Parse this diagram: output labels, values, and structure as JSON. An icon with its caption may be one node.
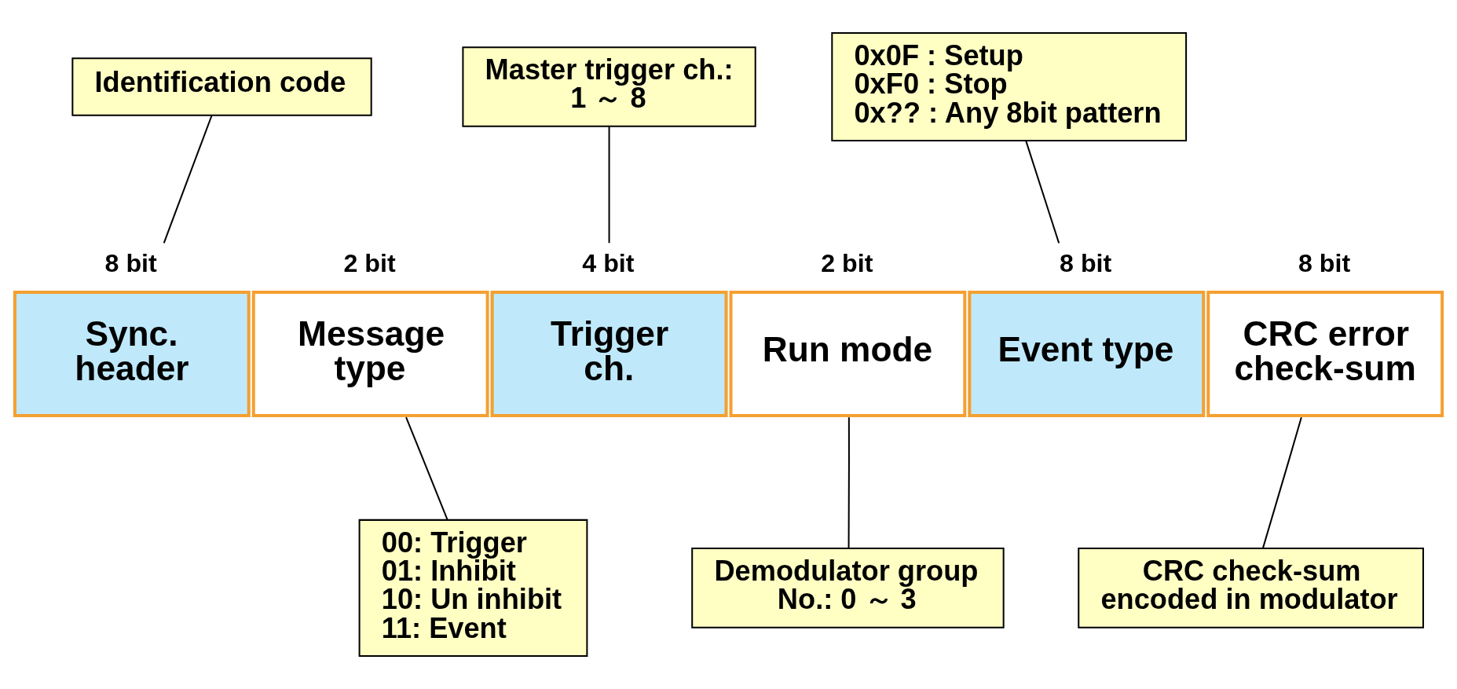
{
  "diagram": {
    "nodes": [
      {
        "text": [
          "Identification code"
        ]
      },
      {
        "text": [
          "Master trigger ch.: 1 ～ 8"
        ]
      },
      {
        "text": [
          "0x0F : Setup",
          "0xF0 : Stop",
          "0x?? : Any 8bit pattern"
        ]
      },
      {
        "text": [
          "Sync. header"
        ],
        "beside": [
          "8 bit"
        ]
      },
      {
        "text": [
          "Message type"
        ],
        "beside": [
          "2 bit"
        ]
      },
      {
        "text": [
          "Trigger ch."
        ],
        "beside": [
          "4 bit"
        ]
      },
      {
        "text": [
          "Run mode"
        ],
        "beside": [
          "2 bit"
        ]
      },
      {
        "text": [
          "Event type"
        ],
        "beside": [
          "8 bit"
        ]
      },
      {
        "text": [
          "CRC error check-sum"
        ],
        "beside": [
          "8 bit"
        ]
      },
      {
        "text": [
          "00: Trigger",
          "01: Inhibit",
          "10: Un inhibit",
          "11: Event"
        ]
      },
      {
        "text": [
          "Demodulator group No.: 0 ～ 3"
        ]
      },
      {
        "text": [
          "CRC check-sum encoded in modulator"
        ]
      }
    ],
    "edges": [
      {
        "from": 0,
        "to": 3,
        "arrow": "none"
      },
      {
        "from": 1,
        "to": 5,
        "arrow": "none"
      },
      {
        "from": 2,
        "to": 7,
        "arrow": "none"
      },
      {
        "from": 9,
        "to": 4,
        "arrow": "none"
      },
      {
        "from": 10,
        "to": 6,
        "arrow": "none"
      },
      {
        "from": 11,
        "to": 8,
        "arrow": "none"
      }
    ]
  }
}
